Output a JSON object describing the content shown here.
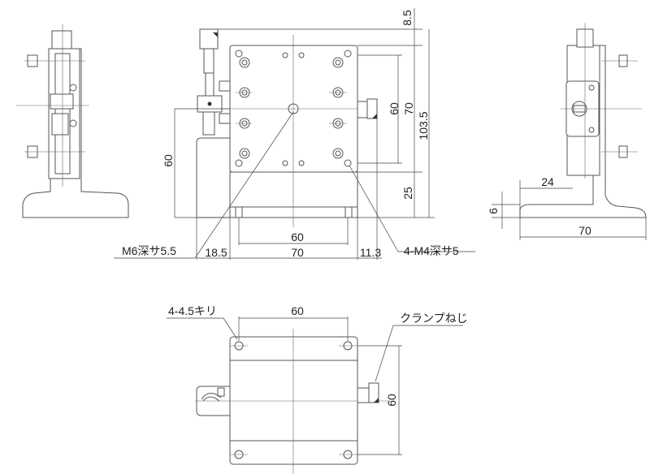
{
  "front_view": {
    "dims": {
      "d_8_5": "8.5",
      "d_70_v": "70",
      "d_103_5": "103.5",
      "d_60_v": "60",
      "d_25": "25",
      "d_60_left": "60",
      "d_60_h": "60",
      "d_70_h": "70",
      "d_18_5": "18.5",
      "d_11_3": "11.3"
    },
    "callouts": {
      "center_hole": "M6深サ5.5",
      "tapped_holes": "4-M4深サ5"
    }
  },
  "side_view": {
    "dims": {
      "d_24": "24",
      "d_6": "6",
      "d_70": "70"
    }
  },
  "bottom_view": {
    "dims": {
      "d_60_h": "60",
      "d_60_v": "60"
    },
    "callouts": {
      "holes": "4-4.5キリ",
      "clamp": "クランプねじ"
    }
  }
}
